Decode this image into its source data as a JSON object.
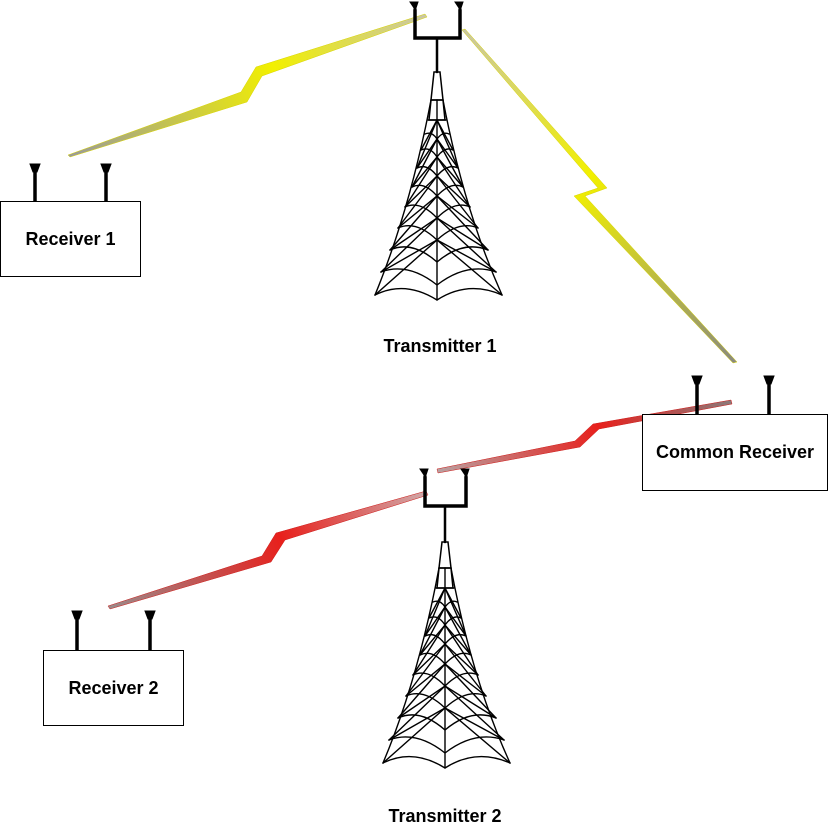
{
  "colors": {
    "link_transmitter_1": "#f2f000",
    "link_transmitter_2": "#e8201c",
    "outline": "#000000",
    "background": "#ffffff"
  },
  "nodes": {
    "receiver_1": {
      "label": "Receiver 1"
    },
    "receiver_2": {
      "label": "Receiver 2"
    },
    "common_receiver": {
      "label": "Common Receiver"
    },
    "transmitter_1": {
      "label": "Transmitter 1"
    },
    "transmitter_2": {
      "label": "Transmitter 2"
    }
  },
  "links": [
    {
      "from": "transmitter_1",
      "to": "receiver_1",
      "color": "link_transmitter_1"
    },
    {
      "from": "transmitter_1",
      "to": "common_receiver",
      "color": "link_transmitter_1"
    },
    {
      "from": "transmitter_2",
      "to": "receiver_2",
      "color": "link_transmitter_2"
    },
    {
      "from": "transmitter_2",
      "to": "common_receiver",
      "color": "link_transmitter_2"
    }
  ]
}
